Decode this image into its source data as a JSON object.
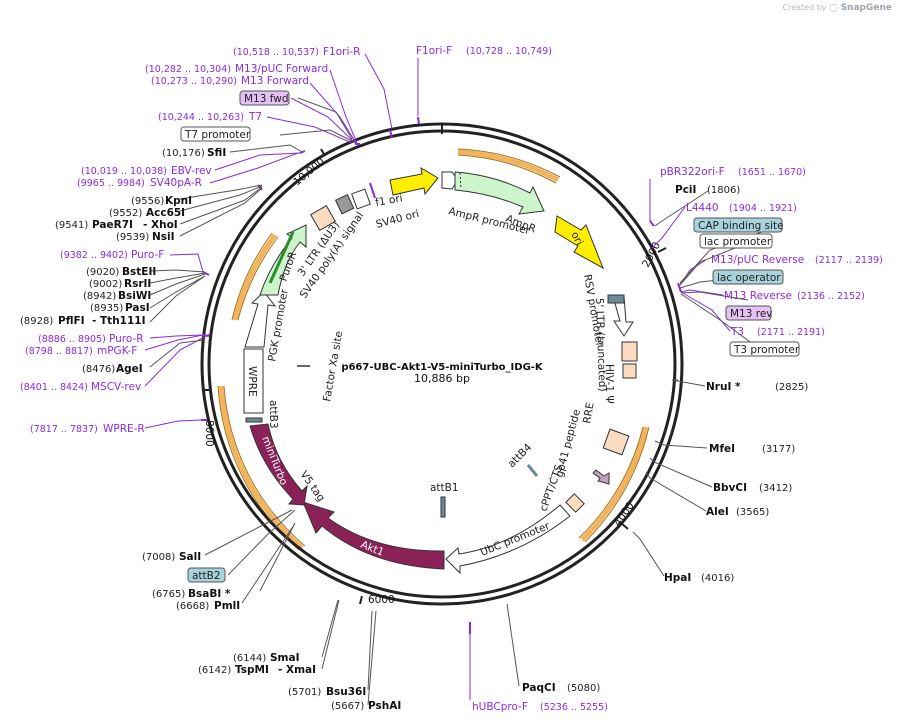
{
  "credit": {
    "created_by": "Created by",
    "brand": "SnapGene"
  },
  "plasmid": {
    "name": "p667-UBC-Akt1-V5-miniTurbo_IDG-K",
    "size": "10,886 bp"
  },
  "ticks": [
    "2000",
    "4000",
    "6000",
    "8000",
    "10,000"
  ],
  "sites": [
    {
      "name": "PciI",
      "pos": "(1806)"
    },
    {
      "name": "NruI *",
      "pos": "(2825)"
    },
    {
      "name": "MfeI",
      "pos": "(3177)"
    },
    {
      "name": "BbvCI",
      "pos": "(3412)"
    },
    {
      "name": "AleI",
      "pos": "(3565)"
    },
    {
      "name": "HpaI",
      "pos": "(4016)"
    },
    {
      "name": "PaqCI",
      "pos": "(5080)"
    },
    {
      "name": "PshAI",
      "pos": "(5667)"
    },
    {
      "name": "Bsu36I",
      "pos": "(5701)"
    },
    {
      "name": "TspMI",
      "pos": "(6142)"
    },
    {
      "name": "- XmaI",
      "pos": ""
    },
    {
      "name": "SmaI",
      "pos": "(6144)"
    },
    {
      "name": "PmlI",
      "pos": "(6668)"
    },
    {
      "name": "BsaBI *",
      "pos": "(6765)"
    },
    {
      "name": "SalI",
      "pos": "(7008)"
    },
    {
      "name": "AgeI",
      "pos": "(8476)"
    },
    {
      "name": "PflFI",
      "pos": "(8928)"
    },
    {
      "name": "- Tth111I",
      "pos": ""
    },
    {
      "name": "PasI",
      "pos": "(8935)"
    },
    {
      "name": "BsiWI",
      "pos": "(8942)"
    },
    {
      "name": "RsrII",
      "pos": "(9002)"
    },
    {
      "name": "BstEII",
      "pos": "(9020)"
    },
    {
      "name": "NsiI",
      "pos": "(9539)"
    },
    {
      "name": "PaeR7I",
      "pos": "(9541)"
    },
    {
      "name": "- XhoI",
      "pos": ""
    },
    {
      "name": "Acc65I",
      "pos": "(9552)"
    },
    {
      "name": "KpnI",
      "pos": "(9556)"
    },
    {
      "name": "SfiI",
      "pos": "(10,176)"
    }
  ],
  "primers": [
    {
      "name": "F1ori-R",
      "pos": "(10,518 .. 10,537)"
    },
    {
      "name": "F1ori-F",
      "pos": "(10,728 .. 10,749)"
    },
    {
      "name": "M13/pUC Forward",
      "pos": "(10,282 .. 10,304)"
    },
    {
      "name": "M13 Forward",
      "pos": "(10,273 .. 10,290)"
    },
    {
      "name": "T7",
      "pos": "(10,244 .. 10,263)"
    },
    {
      "name": "EBV-rev",
      "pos": "(10,019 .. 10,038)"
    },
    {
      "name": "SV40pA-R",
      "pos": "(9965 .. 9984)"
    },
    {
      "name": "Puro-F",
      "pos": "(9382 .. 9402)"
    },
    {
      "name": "Puro-R",
      "pos": "(8886 .. 8905)"
    },
    {
      "name": "mPGK-F",
      "pos": "(8798 .. 8817)"
    },
    {
      "name": "MSCV-rev",
      "pos": "(8401 .. 8424)"
    },
    {
      "name": "WPRE-R",
      "pos": "(7817 .. 7837)"
    },
    {
      "name": "pBR322ori-F",
      "pos": "(1651 .. 1670)"
    },
    {
      "name": "L4440",
      "pos": "(1904 .. 1921)"
    },
    {
      "name": "M13/pUC Reverse",
      "pos": "(2117 .. 2139)"
    },
    {
      "name": "M13 Reverse",
      "pos": "(2136 .. 2152)"
    },
    {
      "name": "T3",
      "pos": "(2171 .. 2191)"
    },
    {
      "name": "hUBCpro-F",
      "pos": "(5236 .. 5255)"
    }
  ],
  "boxed_labels": [
    {
      "name": "M13 fwd",
      "style": "primer"
    },
    {
      "name": "T7 promoter",
      "style": "white"
    },
    {
      "name": "CAP binding site",
      "style": "blue"
    },
    {
      "name": "lac promoter",
      "style": "white"
    },
    {
      "name": "lac operator",
      "style": "blue"
    },
    {
      "name": "M13 rev",
      "style": "primer"
    },
    {
      "name": "T3 promoter",
      "style": "white"
    },
    {
      "name": "attB2",
      "style": "blue"
    }
  ],
  "features": [
    "f1 ori",
    "AmpR promoter",
    "AmpR",
    "ori",
    "RSV promoter",
    "5' LTR (truncated)",
    "HIV-1 Ψ",
    "RRE",
    "gp41 peptide",
    "cPPT/CTS",
    "attB4",
    "attB1",
    "UbC promoter",
    "Akt1",
    "V5 tag",
    "miniTurbo",
    "attB3",
    "WPRE",
    "PGK promoter",
    "PuroR",
    "3' LTR (ΔU3)",
    "SV40 poly(A) signal",
    "SV40 ori",
    "Factor Xa site"
  ],
  "colors": {
    "backbone": "#222222",
    "orf_highlight": "#f2b35c",
    "primer": "#8a2be2",
    "akt1": "#8b2257",
    "promoter_fill": "#ffffff",
    "ori": "#ffee00",
    "ampr": "#ccf5cc",
    "beige": "#fbdcc0",
    "label_blue": "#a9d3dc",
    "label_primer": "#e3c1f4"
  }
}
